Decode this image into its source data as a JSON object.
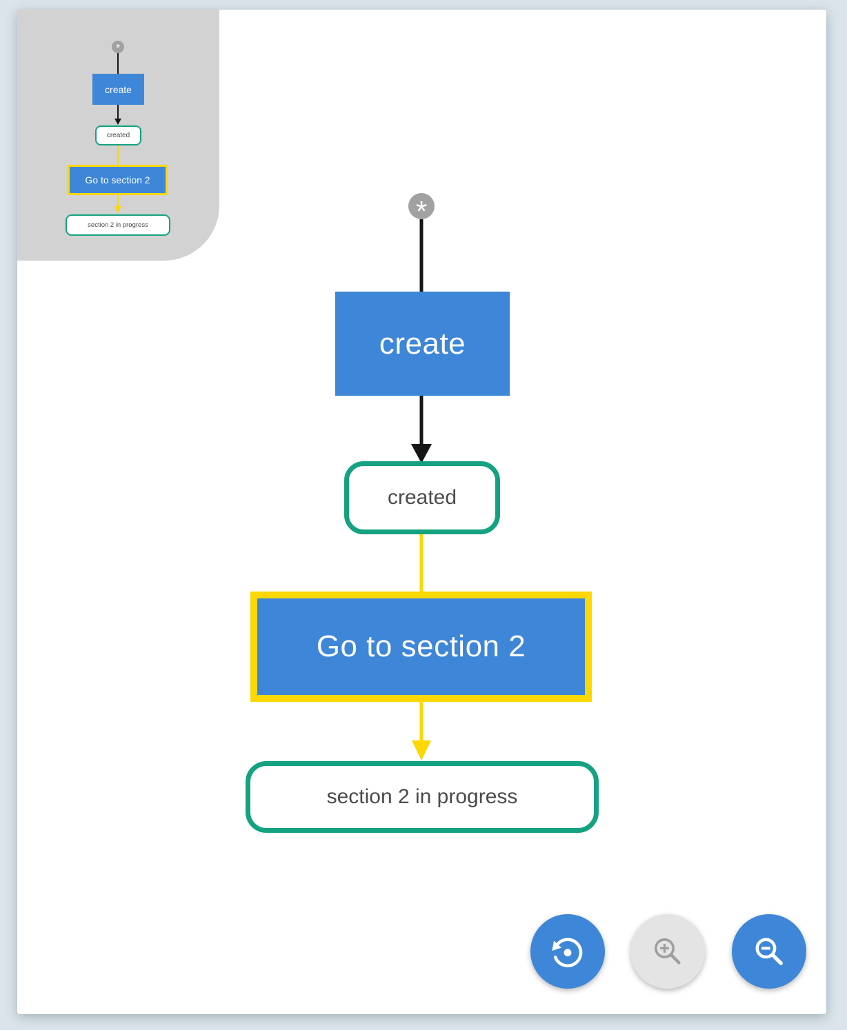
{
  "colors": {
    "page_bg": "#dbe4ea",
    "canvas_bg": "#ffffff",
    "minimap_bg": "#d2d2d2",
    "transition_blue": "#3d86d8",
    "state_green": "#14a281",
    "selection_yellow": "#fdd700",
    "start_gray": "#a1a1a1",
    "edge_black": "#161616",
    "state_text": "#4a4a4a",
    "button_blue": "#3d86d8",
    "button_disabled_bg": "#e4e4e4",
    "button_disabled_icon": "#9e9e9e",
    "icon_white": "#ffffff"
  },
  "diagram": {
    "start": {
      "symbol": "*"
    },
    "nodes": {
      "create": {
        "label": "create",
        "kind": "transition"
      },
      "created": {
        "label": "created",
        "kind": "state"
      },
      "goto_section2": {
        "label": "Go to section 2",
        "kind": "transition",
        "selected": true
      },
      "section2_in_progress": {
        "label": "section 2 in progress",
        "kind": "state"
      }
    },
    "edges": [
      {
        "from": "start",
        "to": "create",
        "color": "black"
      },
      {
        "from": "create",
        "to": "created",
        "color": "black",
        "arrowhead": true
      },
      {
        "from": "created",
        "to": "goto_section2",
        "color": "yellow"
      },
      {
        "from": "goto_section2",
        "to": "section2_in_progress",
        "color": "yellow",
        "arrowhead": true
      }
    ]
  },
  "minimap": {
    "shows": "diagram overview"
  },
  "controls": {
    "reset_view": {
      "icon": "restore-view-icon",
      "disabled": false
    },
    "zoom_in": {
      "icon": "zoom-in-magnifier-icon",
      "disabled": true
    },
    "zoom_out": {
      "icon": "zoom-out-magnifier-icon",
      "disabled": false
    }
  }
}
